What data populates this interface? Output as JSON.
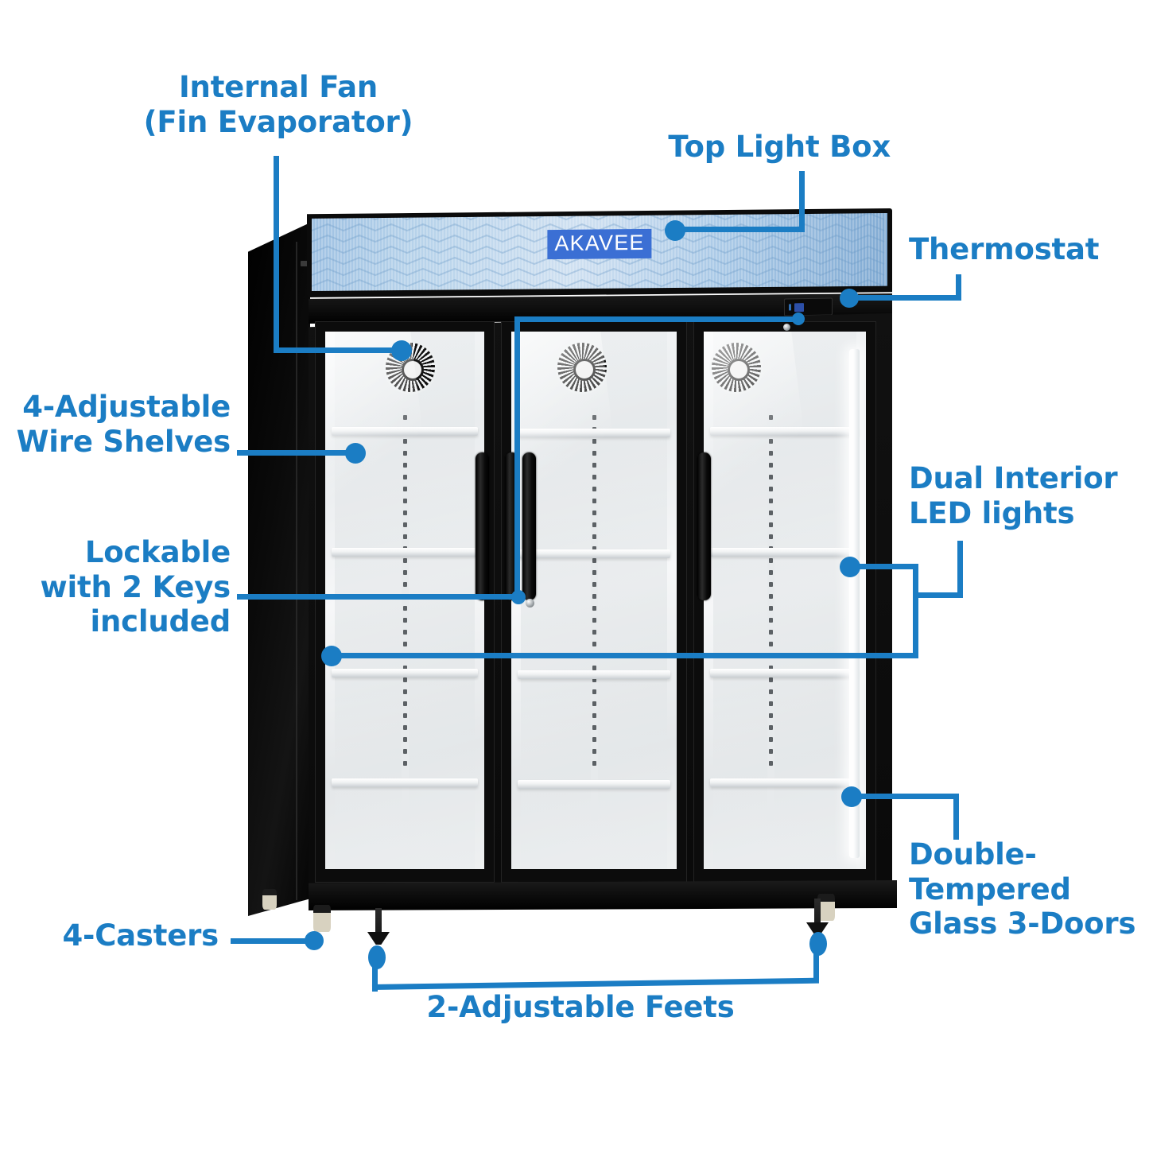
{
  "product": {
    "brand": "AKAVEE",
    "type": "3-door glass display refrigerator infographic"
  },
  "callouts": [
    {
      "id": "internal-fan",
      "label": "Internal Fan\n(Fin Evaporator)",
      "position": "top-left"
    },
    {
      "id": "top-light-box",
      "label": "Top Light Box",
      "position": "top-right"
    },
    {
      "id": "thermostat",
      "label": "Thermostat",
      "position": "right"
    },
    {
      "id": "wire-shelves",
      "label": "4-Adjustable\nWire Shelves",
      "position": "left"
    },
    {
      "id": "lockable",
      "label": "Lockable\nwith 2 Keys\nincluded",
      "position": "left"
    },
    {
      "id": "led-lights",
      "label": "Dual Interior\nLED lights",
      "position": "right"
    },
    {
      "id": "glass-doors",
      "label": "Double-\nTempered\nGlass 3-Doors",
      "position": "bottom-right"
    },
    {
      "id": "casters",
      "label": "4-Casters",
      "position": "bottom-left"
    },
    {
      "id": "adjustable-feet",
      "label": "2-Adjustable Feets",
      "position": "bottom-center"
    }
  ],
  "colors": {
    "accent": "#1b7dc4",
    "cabinet": "#0a0a0a",
    "interior": "#eceff0",
    "lightbox_blue": "#a8c8e6",
    "brand_plate": "#3b6fd4",
    "background": "#ffffff"
  }
}
